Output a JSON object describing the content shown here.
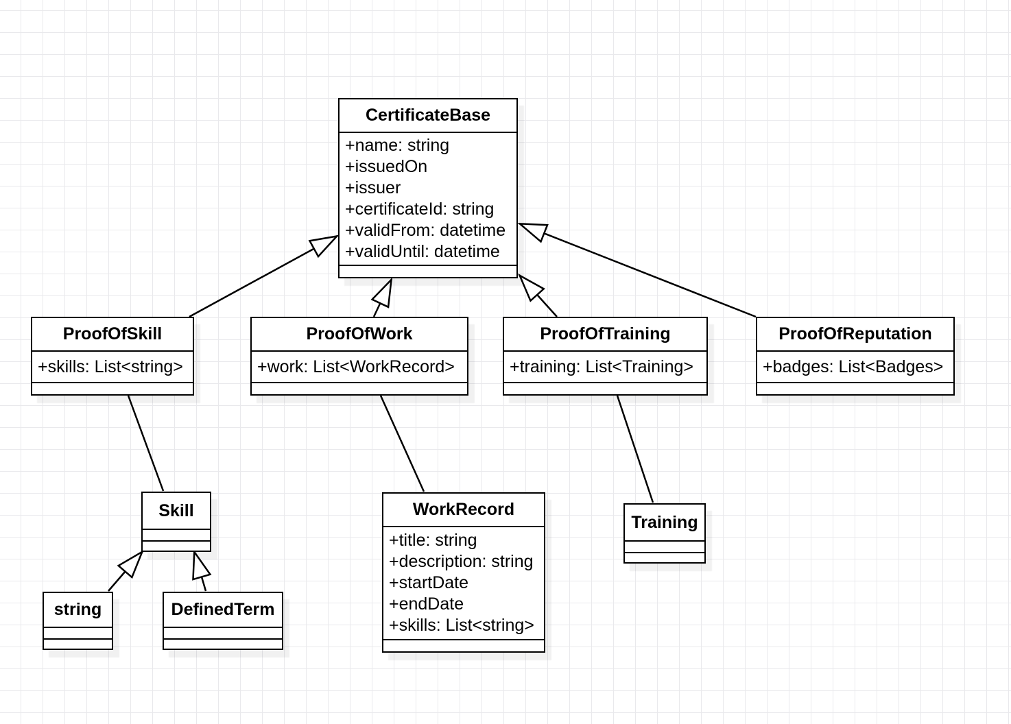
{
  "diagram": {
    "type": "uml-class-diagram",
    "classes": [
      {
        "name": "CertificateBase",
        "attributes": [
          "+name: string",
          "+issuedOn",
          "+issuer",
          "+certificateId: string",
          "+validFrom: datetime",
          "+validUntil: datetime"
        ]
      },
      {
        "name": "ProofOfSkill",
        "attributes": [
          "+skills: List<string>"
        ]
      },
      {
        "name": "ProofOfWork",
        "attributes": [
          "+work: List<WorkRecord>"
        ]
      },
      {
        "name": "ProofOfTraining",
        "attributes": [
          "+training: List<Training>"
        ]
      },
      {
        "name": "ProofOfReputation",
        "attributes": [
          "+badges: List<Badges>"
        ]
      },
      {
        "name": "Skill",
        "attributes": []
      },
      {
        "name": "string",
        "attributes": []
      },
      {
        "name": "DefinedTerm",
        "attributes": []
      },
      {
        "name": "WorkRecord",
        "attributes": [
          "+title: string",
          "+description: string",
          "+startDate",
          "+endDate",
          "+skills: List<string>"
        ]
      },
      {
        "name": "Training",
        "attributes": []
      }
    ],
    "relations": [
      {
        "from": "ProofOfSkill",
        "to": "CertificateBase",
        "type": "generalization"
      },
      {
        "from": "ProofOfWork",
        "to": "CertificateBase",
        "type": "generalization"
      },
      {
        "from": "ProofOfTraining",
        "to": "CertificateBase",
        "type": "generalization"
      },
      {
        "from": "ProofOfReputation",
        "to": "CertificateBase",
        "type": "generalization"
      },
      {
        "from": "string",
        "to": "Skill",
        "type": "generalization"
      },
      {
        "from": "DefinedTerm",
        "to": "Skill",
        "type": "generalization"
      },
      {
        "from": "ProofOfSkill",
        "to": "Skill",
        "type": "association"
      },
      {
        "from": "ProofOfWork",
        "to": "WorkRecord",
        "type": "association"
      },
      {
        "from": "ProofOfTraining",
        "to": "Training",
        "type": "association"
      }
    ],
    "colors": {
      "stroke": "#000000",
      "box_fill": "#ffffff",
      "grid_line": "#e9e9ec",
      "background": "#ffffff"
    }
  }
}
